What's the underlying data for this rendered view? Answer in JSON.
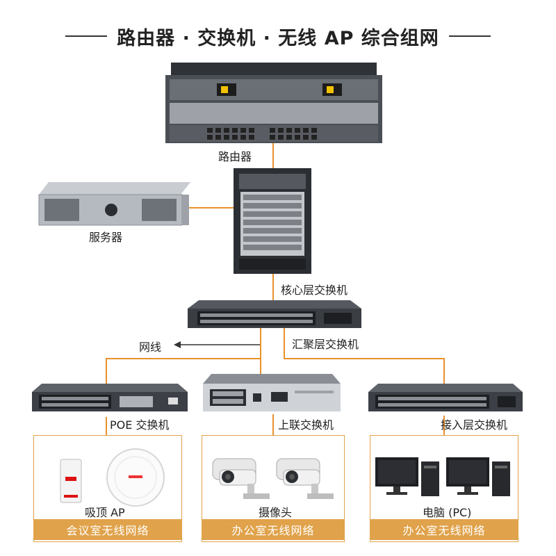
{
  "title": "路由器 · 交换机 · 无线 AP 综合组网",
  "devices": {
    "router": "路由器",
    "server": "服务器",
    "core_switch": "核心层交换机",
    "aggregation_switch": "汇聚层交换机",
    "poe_switch": "POE 交换机",
    "uplink_switch": "上联交换机",
    "access_switch": "接入层交换机"
  },
  "network_arrow": "网线",
  "endpoints": {
    "ceiling_ap": "吸顶 AP",
    "camera": "摄像头",
    "pc": "电脑 (PC)"
  },
  "areas": [
    {
      "label": "会议室无线网络"
    },
    {
      "label": "办公室无线网络"
    },
    {
      "label": "办公室无线网络"
    }
  ],
  "colors": {
    "wire": "#e8912c",
    "band": "#e0a24a",
    "device_dark": "#3a3d42"
  }
}
